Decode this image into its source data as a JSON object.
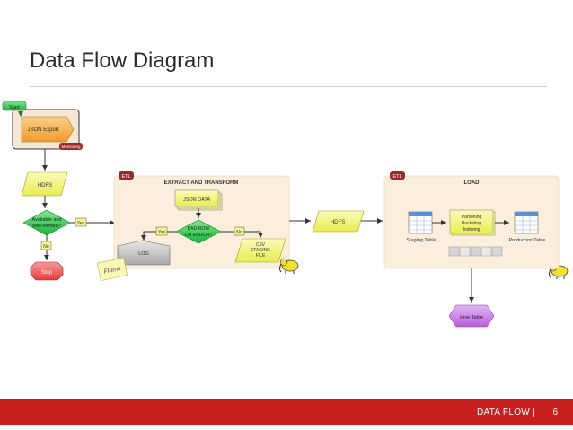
{
  "slide": {
    "title": "Data Flow Diagram",
    "footer_label": "DATA FLOW |",
    "page_number": "6"
  },
  "diagram": {
    "start_label": "Start",
    "json_export": "JSON Export",
    "monitoring": "Monitoring",
    "hdfs_left": "HDFS",
    "decision_line1": "Available and",
    "decision_line2": "well-formed?",
    "yes_1": "Yes",
    "no_1": "No",
    "stop": "Stop",
    "etl_tag_1": "ETL",
    "extract_title": "EXTRACT AND TRANSFORM",
    "json_data": "JSON DATA",
    "bad_row_line1": "BAD ROW",
    "bad_row_line2": "OR ERROR?",
    "yes_2": "Yes",
    "no_2": "No",
    "log": "LOG",
    "csv_line1": "CSV",
    "csv_line2": "STAGING",
    "csv_line3": "FILE",
    "flume": "Flume",
    "hdfs_middle": "HDFS",
    "etl_tag_2": "ETL",
    "load_title": "LOAD",
    "partition_line1": "Partioning",
    "partition_line2": "Bucketing",
    "partition_line3": "Indexing",
    "staging_table": "Staging Table",
    "production_table": "Production Table",
    "hive_table": "Hive Table"
  },
  "colors": {
    "footer_red": "#c8201e",
    "panel_fill": "#fbeedd",
    "yellow_shape": "#f4f58a",
    "green_shape": "#2fcb4e",
    "orange_shape": "#f7b24e",
    "stop_red": "#ec5a5a",
    "hive_purple": "#c87ae6",
    "tag_red": "#9c2a2a"
  }
}
